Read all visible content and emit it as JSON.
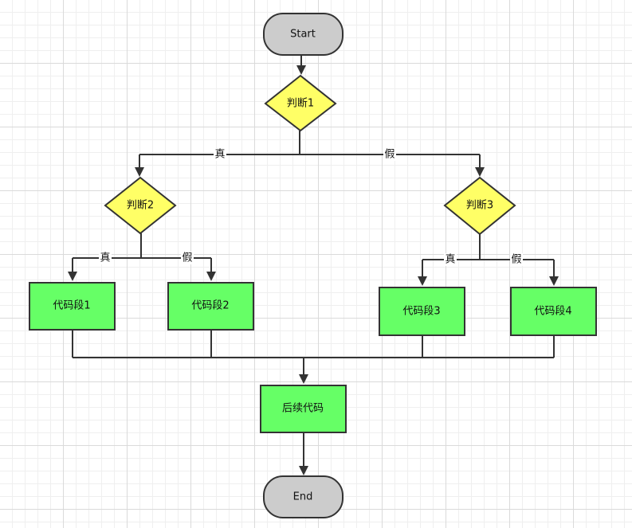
{
  "nodes": {
    "start": "Start",
    "decision1": "判断1",
    "decision2": "判断2",
    "decision3": "判断3",
    "code1": "代码段1",
    "code2": "代码段2",
    "code3": "代码段3",
    "code4": "代码段4",
    "after": "后续代码",
    "end": "End"
  },
  "edges": {
    "d1_true": "真",
    "d1_false": "假",
    "d2_true": "真",
    "d2_false": "假",
    "d3_true": "真",
    "d3_false": "假"
  },
  "colors": {
    "terminal_fill": "#cccccc",
    "decision_fill": "#ffff66",
    "process_fill": "#66ff66",
    "line": "#333333"
  }
}
